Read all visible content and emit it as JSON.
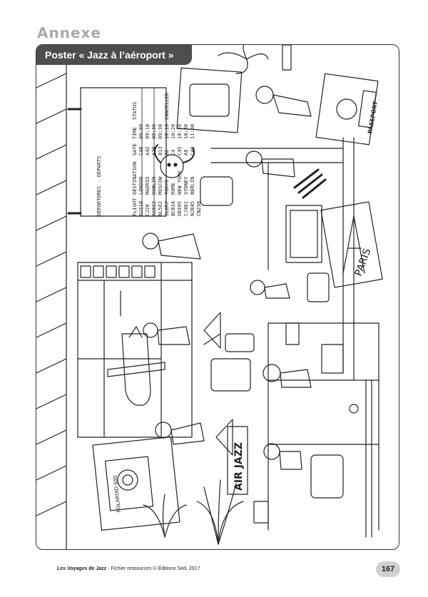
{
  "page": {
    "section_title": "Annexe",
    "poster_title": "Poster « Jazz à l’aéroport »",
    "footer_book": "Les Voyages de Jazz",
    "footer_rest": " - Fichier ressources © Éditions Sed, 2017",
    "page_number": "167"
  },
  "scene": {
    "board_title": "DEPARTURES - DÉPARTS",
    "board_headers": [
      "FLIGHT",
      "DESTINATION",
      "GATE",
      "TIME",
      "STATUS"
    ],
    "board_rows": [
      [
        "DJ310",
        "LONDON",
        "C48",
        "09:00",
        ""
      ],
      [
        "CJ28",
        "MADRID",
        "A42",
        "09:10",
        ""
      ],
      [
        "AS822",
        "DUBLIN",
        "A20",
        "09:30",
        ""
      ],
      [
        "NL582",
        "MOSCOW",
        "B13",
        "09:30",
        ""
      ],
      [
        "JL6R7",
        "TOKYO",
        "B6",
        "10:10",
        "CANCELLED"
      ],
      [
        "BC834",
        "ROME",
        "C4",
        "10:20",
        ""
      ],
      [
        "DE695",
        "NEW YORK",
        "C45",
        "10:20",
        ""
      ],
      [
        "CJ481",
        "SYDNEY",
        "A8",
        "10:30",
        ""
      ],
      [
        "NJ845",
        "BERLIN",
        "C40",
        "11:00",
        ""
      ],
      [
        "CN238",
        "",
        "",
        "",
        ""
      ]
    ],
    "paris_sign": "PARIS",
    "passport_label": "PASSPORT",
    "airjazz_sign": "AIR JAZZ",
    "camera_label": "POLAROID 600"
  }
}
